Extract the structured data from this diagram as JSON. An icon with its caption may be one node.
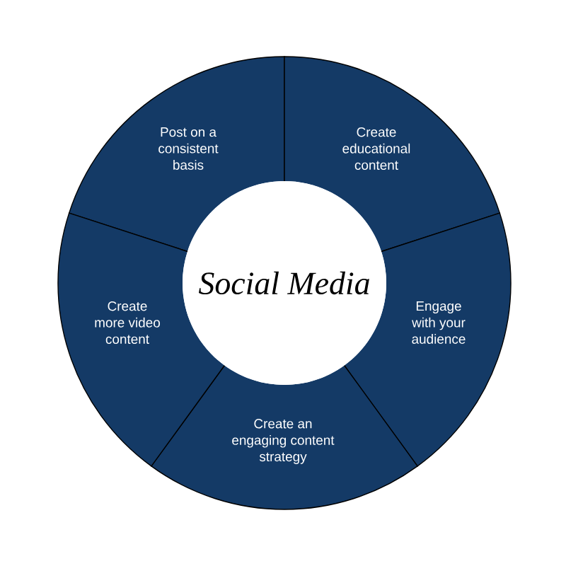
{
  "diagram": {
    "nodes": [
      {
        "text": [
          "Social Media"
        ]
      },
      {
        "text": [
          "Post on a consistent basis"
        ]
      },
      {
        "text": [
          "Create educational content"
        ]
      },
      {
        "text": [
          "Engage with your audience"
        ]
      },
      {
        "text": [
          "Create an engaging content strategy"
        ]
      },
      {
        "text": [
          "Create more video content"
        ]
      }
    ]
  }
}
